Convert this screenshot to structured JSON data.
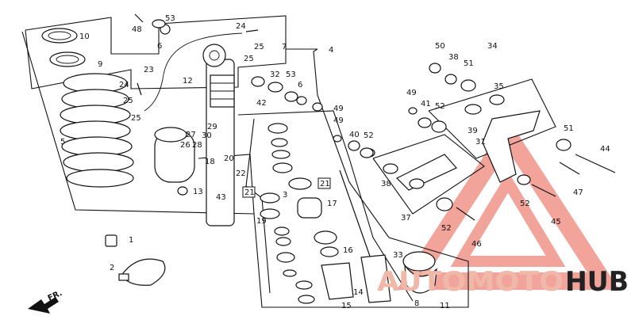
{
  "diagram": {
    "callouts": [
      {
        "id": "c48",
        "label": "48"
      },
      {
        "id": "c53a",
        "label": "53"
      },
      {
        "id": "c6a",
        "label": "6"
      },
      {
        "id": "c10",
        "label": "10"
      },
      {
        "id": "c9",
        "label": "9"
      },
      {
        "id": "c23",
        "label": "23"
      },
      {
        "id": "c24a",
        "label": "24"
      },
      {
        "id": "c25a",
        "label": "25"
      },
      {
        "id": "c25b",
        "label": "25"
      },
      {
        "id": "c7",
        "label": "7"
      },
      {
        "id": "c4",
        "label": "4"
      },
      {
        "id": "c12",
        "label": "12"
      },
      {
        "id": "c32",
        "label": "32"
      },
      {
        "id": "c53b",
        "label": "53"
      },
      {
        "id": "c6b",
        "label": "6"
      },
      {
        "id": "c42",
        "label": "42"
      },
      {
        "id": "c24b",
        "label": "24"
      },
      {
        "id": "c25c",
        "label": "25"
      },
      {
        "id": "c25d",
        "label": "25"
      },
      {
        "id": "c49a",
        "label": "49"
      },
      {
        "id": "c49b",
        "label": "49"
      },
      {
        "id": "c29",
        "label": "29"
      },
      {
        "id": "c30",
        "label": "30"
      },
      {
        "id": "c27",
        "label": "27"
      },
      {
        "id": "c26",
        "label": "26"
      },
      {
        "id": "c28",
        "label": "28"
      },
      {
        "id": "c5",
        "label": "5"
      },
      {
        "id": "c18",
        "label": "18"
      },
      {
        "id": "c20",
        "label": "20"
      },
      {
        "id": "c22",
        "label": "22"
      },
      {
        "id": "c21a",
        "label": "21"
      },
      {
        "id": "c13",
        "label": "13"
      },
      {
        "id": "c43",
        "label": "43"
      },
      {
        "id": "c3",
        "label": "3"
      },
      {
        "id": "c21b",
        "label": "21"
      },
      {
        "id": "c17",
        "label": "17"
      },
      {
        "id": "c19",
        "label": "19"
      },
      {
        "id": "c40",
        "label": "40"
      },
      {
        "id": "c52a",
        "label": "52"
      },
      {
        "id": "c49c",
        "label": "49"
      },
      {
        "id": "c41",
        "label": "41"
      },
      {
        "id": "c52b",
        "label": "52"
      },
      {
        "id": "c50",
        "label": "50"
      },
      {
        "id": "c38a",
        "label": "38"
      },
      {
        "id": "c51a",
        "label": "51"
      },
      {
        "id": "c34",
        "label": "34"
      },
      {
        "id": "c35",
        "label": "35"
      },
      {
        "id": "c39",
        "label": "39"
      },
      {
        "id": "c31",
        "label": "31"
      },
      {
        "id": "c51b",
        "label": "51"
      },
      {
        "id": "c44",
        "label": "44"
      },
      {
        "id": "c38b",
        "label": "38"
      },
      {
        "id": "c37",
        "label": "37"
      },
      {
        "id": "c47",
        "label": "47"
      },
      {
        "id": "c52c",
        "label": "52"
      },
      {
        "id": "c45",
        "label": "45"
      },
      {
        "id": "c52d",
        "label": "52"
      },
      {
        "id": "c46",
        "label": "46"
      },
      {
        "id": "c1",
        "label": "1"
      },
      {
        "id": "c2",
        "label": "2"
      },
      {
        "id": "c16",
        "label": "16"
      },
      {
        "id": "c33",
        "label": "33"
      },
      {
        "id": "c14",
        "label": "14"
      },
      {
        "id": "c15",
        "label": "15"
      },
      {
        "id": "c8",
        "label": "8"
      },
      {
        "id": "c11",
        "label": "11"
      }
    ],
    "boxed_refs": [
      {
        "id": "b21a",
        "label": "21"
      },
      {
        "id": "b21b",
        "label": "21"
      }
    ],
    "front_arrow": "FR.",
    "watermark": {
      "part1": "AUTOMOTO",
      "part2": "HUB",
      "color1": "#f0b8a8",
      "color2": "#222222",
      "accent": "#e85a4a"
    }
  }
}
